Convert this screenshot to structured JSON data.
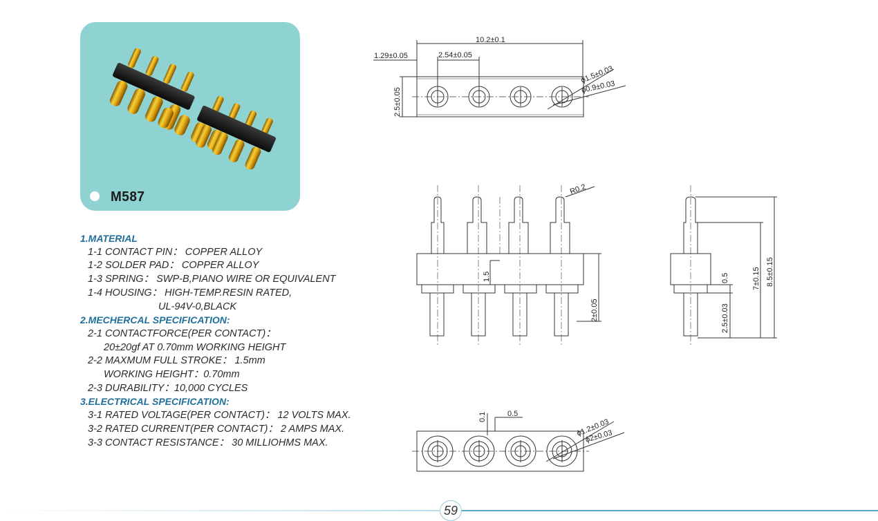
{
  "product": {
    "model": "M587"
  },
  "specs": {
    "material": {
      "heading": "1.MATERIAL",
      "lines": [
        "1-1 CONTACT PIN： COPPER ALLOY",
        "1-2 SOLDER PAD： COPPER ALLOY",
        "1-3 SPRING： SWP-B,PIANO WIRE OR EQUIVALENT",
        "1-4 HOUSING： HIGH-TEMP.RESIN RATED,"
      ],
      "continuation": "UL-94V-0,BLACK"
    },
    "mechanical": {
      "heading": "2.MECHERCAL SPECIFICATION:",
      "line1": "2-1 CONTACTFORCE(PER CONTACT)：",
      "line1b": "20±20gf AT 0.70mm WORKING HEIGHT",
      "line2": "2-2 MAXMUM FULL STROKE： 1.5mm",
      "line2b": "WORKING HEIGHT：0.70mm",
      "line3": "2-3 DURABILITY：10,000 CYCLES"
    },
    "electrical": {
      "heading": "3.ELECTRICAL SPECIFICATION:",
      "lines": [
        "3-1 RATED VOLTAGE(PER CONTACT)： 12 VOLTS MAX.",
        "3-2 RATED CURRENT(PER CONTACT)： 2 AMPS MAX.",
        "3-3 CONTACT RESISTANCE： 30 MILLIOHMS MAX."
      ]
    }
  },
  "dimensions": {
    "top_overall": "10.2±0.1",
    "top_offset": "1.29±0.05",
    "top_pitch": "2.54±0.05",
    "top_height": "2.5±0.05",
    "top_dia_outer": "ϕ1.5±0.03",
    "top_dia_inner": "ϕ0.9±0.03",
    "front_radius": "R0.2",
    "front_stroke": "1.5",
    "front_tail": "2±0.05",
    "side_overall": "8.5±0.15",
    "side_mid": "7±0.15",
    "side_step": "0.5",
    "side_lower": "2.5±0.03",
    "bottom_a": "0.1",
    "bottom_b": "0.5",
    "bottom_dia_inner": "ϕ1.2±0.03",
    "bottom_dia_outer": "ϕ2±0.03"
  },
  "page": {
    "number": "59"
  },
  "colors": {
    "card_bg": "#8fd2d2",
    "heading": "#1f6f9a",
    "footer_line": "#5aa6cf"
  }
}
